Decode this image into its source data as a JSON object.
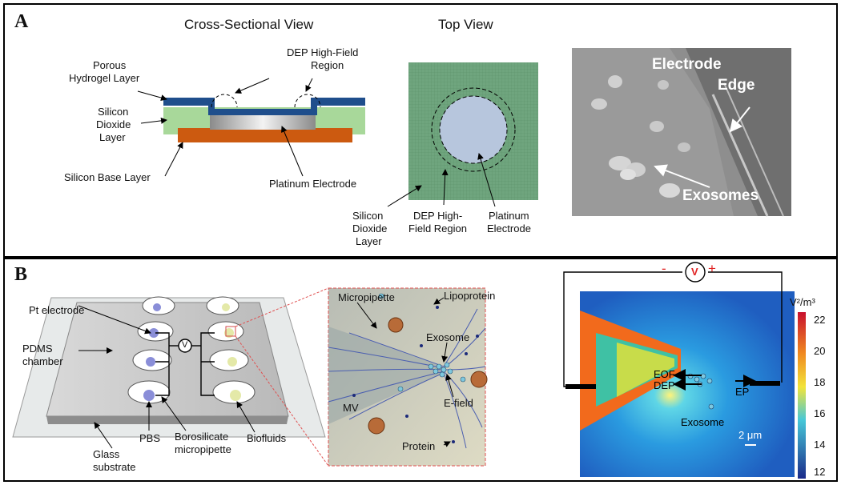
{
  "panelA": {
    "letter": "A",
    "cross_title": "Cross-Sectional View",
    "top_title": "Top View",
    "labels": {
      "porous_l1": "Porous",
      "porous_l2": "Hydrogel Layer",
      "dep_l1": "DEP High-Field",
      "dep_l2": "Region",
      "sio2_l1": "Silicon",
      "sio2_l2": "Dioxide",
      "sio2_l3": "Layer",
      "base": "Silicon Base Layer",
      "pt": "Platinum Electrode",
      "tv_sio2_l1": "Silicon",
      "tv_sio2_l2": "Dioxide",
      "tv_sio2_l3": "Layer",
      "tv_dep_l1": "DEP High-",
      "tv_dep_l2": "Field Region",
      "tv_pt_l1": "Platinum",
      "tv_pt_l2": "Electrode",
      "sem_edge_l1": "Electrode",
      "sem_edge_l2": "Edge",
      "sem_exo": "Exosomes"
    },
    "colors": {
      "hydrogel": "#1f4e8c",
      "oxide": "#a8d89a",
      "base": "#cc5a10",
      "electrode": "#c9c9c9",
      "topview": "#6fa57e"
    }
  },
  "panelB": {
    "letter": "B",
    "labels": {
      "pt_electrode": "Pt electrode",
      "pdms_l1": "PDMS",
      "pdms_l2": "chamber",
      "glass_l1": "Glass",
      "glass_l2": "substrate",
      "pbs": "PBS",
      "boro_l1": "Borosilicate",
      "boro_l2": "micropipette",
      "biofluids": "Biofluids",
      "v": "V",
      "micropipette": "Micropipette",
      "lipoprotein": "Lipoprotein",
      "exosome": "Exosome",
      "efield": "E-field",
      "mv": "MV",
      "protein": "Protein",
      "minus": "-",
      "plus": "+",
      "v2": "V",
      "eof": "EOF",
      "dep": "DEP",
      "ep": "EP",
      "exosome2": "Exosome",
      "scale": "2 μm",
      "unit": "V²/m³"
    },
    "colorbar_ticks": [
      "22",
      "20",
      "18",
      "16",
      "14",
      "12"
    ]
  }
}
